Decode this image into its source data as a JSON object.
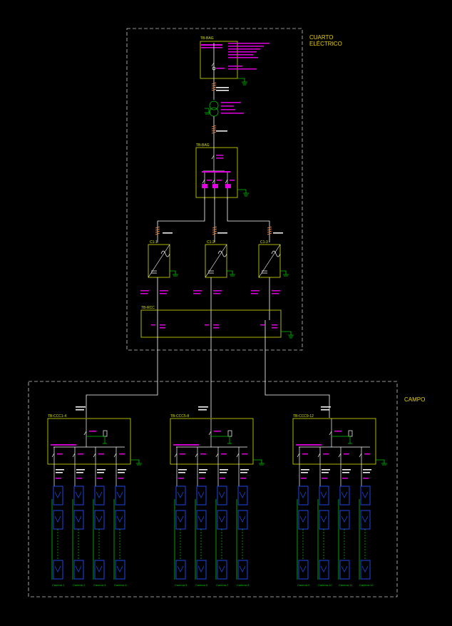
{
  "areas": {
    "electrical_room": "CUARTO\nELÉCTRICO",
    "field": "CAMPO"
  },
  "panels": {
    "main": "TB-BAG",
    "ac": "TB-BAG",
    "tb_cc": "TB-RCC",
    "sub": [
      "TB-CCC1-4",
      "TB-CCC5-8",
      "TB-CCC9-12"
    ]
  },
  "inverters": [
    "C1-1",
    "C1-2",
    "C1-3"
  ],
  "strings": [
    "Cadena 1",
    "Cadena 2",
    "Cadena 3",
    "Cadena 4",
    "Cadena 5",
    "Cadena 6",
    "Cadena 7",
    "Cadena 8",
    "Cadena 9",
    "Cadena 10",
    "Cadena 11",
    "Cadena 12"
  ],
  "colors": {
    "background": "#000000",
    "wire": "#ffffff",
    "panel": "#d7e000",
    "label": "#e000e0",
    "ground": "#00c800",
    "pv": "#2050ff",
    "cable": "#ff8c3a",
    "area_border": "#c8c8c8",
    "area_text": "#e8d000"
  }
}
